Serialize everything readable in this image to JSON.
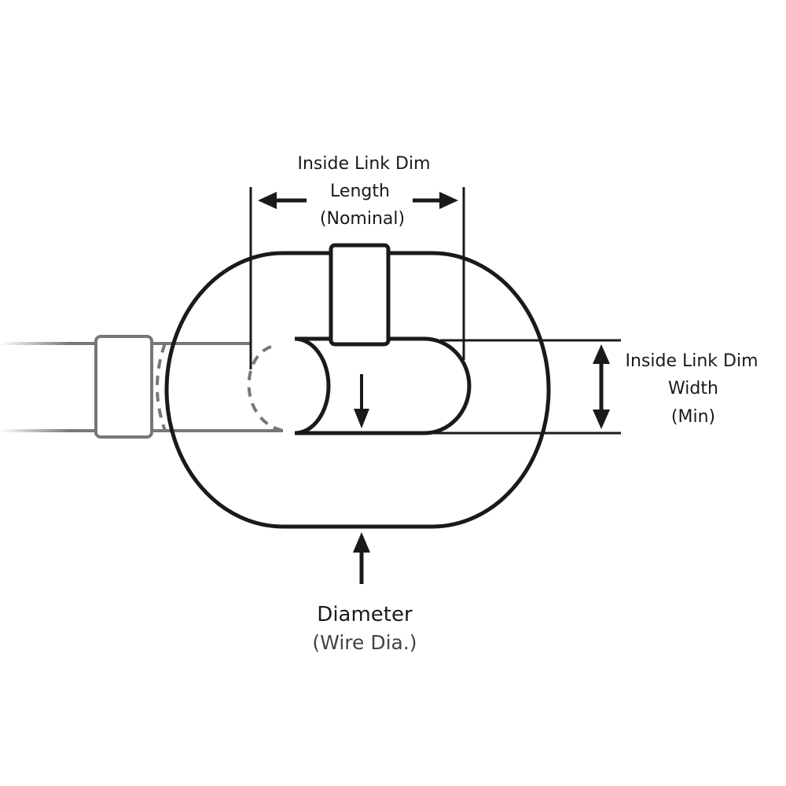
{
  "labels": {
    "length": [
      "Inside Link Dim",
      "Length",
      "(Nominal)"
    ],
    "width": [
      "Inside Link Dim",
      "Width",
      "(Min)"
    ],
    "diameter": "Diameter",
    "diameter_sub": "(Wire Dia.)"
  },
  "colors": {
    "stroke": "#1a1a1a",
    "faded_link": "#777777",
    "background": "#ffffff"
  }
}
